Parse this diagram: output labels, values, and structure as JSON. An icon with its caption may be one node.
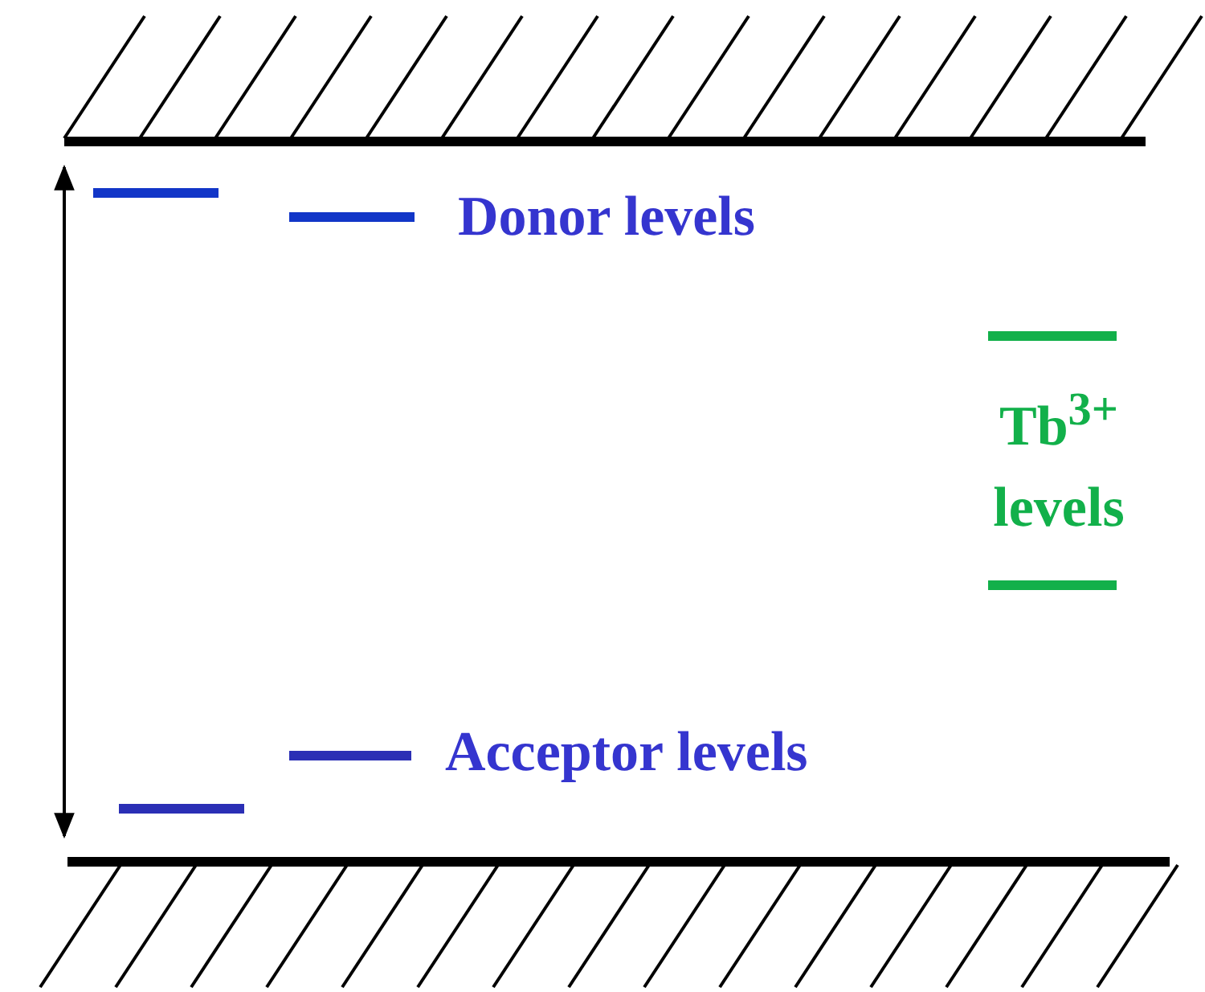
{
  "diagram": {
    "labels": [
      "Donor levels",
      "Tb$^{3+}$ levels",
      "Acceptor levels"
    ]
  }
}
